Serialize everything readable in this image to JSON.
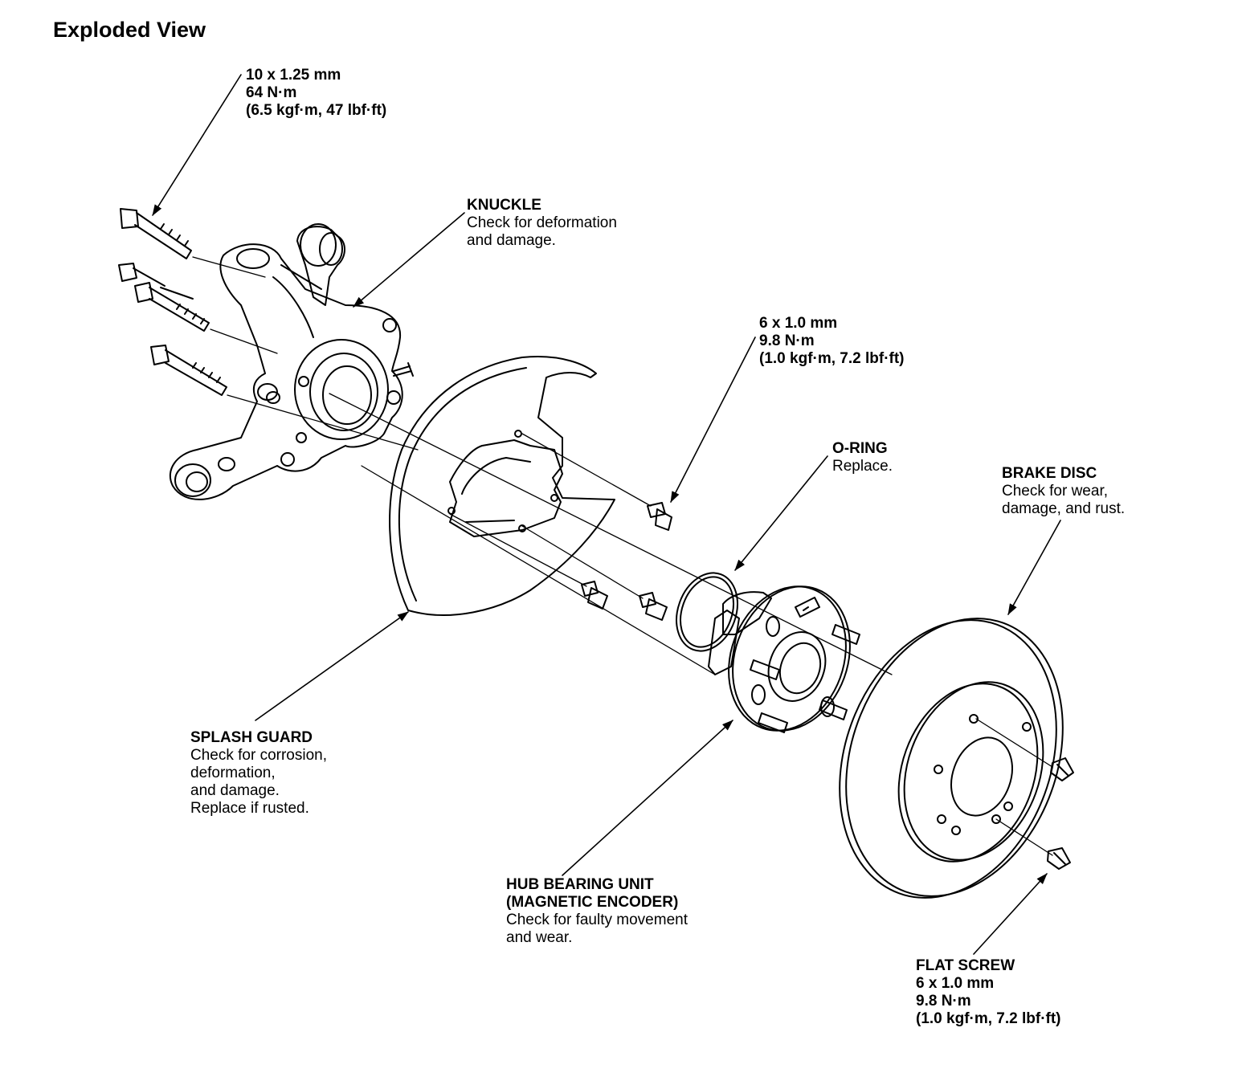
{
  "title": "Exploded View",
  "labels": {
    "bolt_10": {
      "size": "10 x 1.25 mm",
      "torque": "64 N·m",
      "torque_alt": "(6.5 kgf·m, 47 lbf·ft)"
    },
    "knuckle": {
      "name": "KNUCKLE",
      "line1": "Check for deformation",
      "line2": "and damage."
    },
    "bolt_6": {
      "size": "6 x 1.0 mm",
      "torque": "9.8 N·m",
      "torque_alt": "(1.0 kgf·m, 7.2 lbf·ft)"
    },
    "o_ring": {
      "name": "O-RING",
      "line1": "Replace."
    },
    "brake_disc": {
      "name": "BRAKE DISC",
      "line1": "Check for wear,",
      "line2": "damage, and rust."
    },
    "splash_guard": {
      "name": "SPLASH GUARD",
      "line1": "Check for corrosion,",
      "line2": "deformation,",
      "line3": "and damage.",
      "line4": "Replace if rusted."
    },
    "hub_bearing": {
      "name": "HUB BEARING UNIT",
      "name2": "(MAGNETIC ENCODER)",
      "line1": "Check for faulty movement",
      "line2": "and wear."
    },
    "flat_screw": {
      "name": "FLAT SCREW",
      "size": "6 x 1.0 mm",
      "torque": "9.8 N·m",
      "torque_alt": "(1.0 kgf·m, 7.2 lbf·ft)"
    }
  }
}
